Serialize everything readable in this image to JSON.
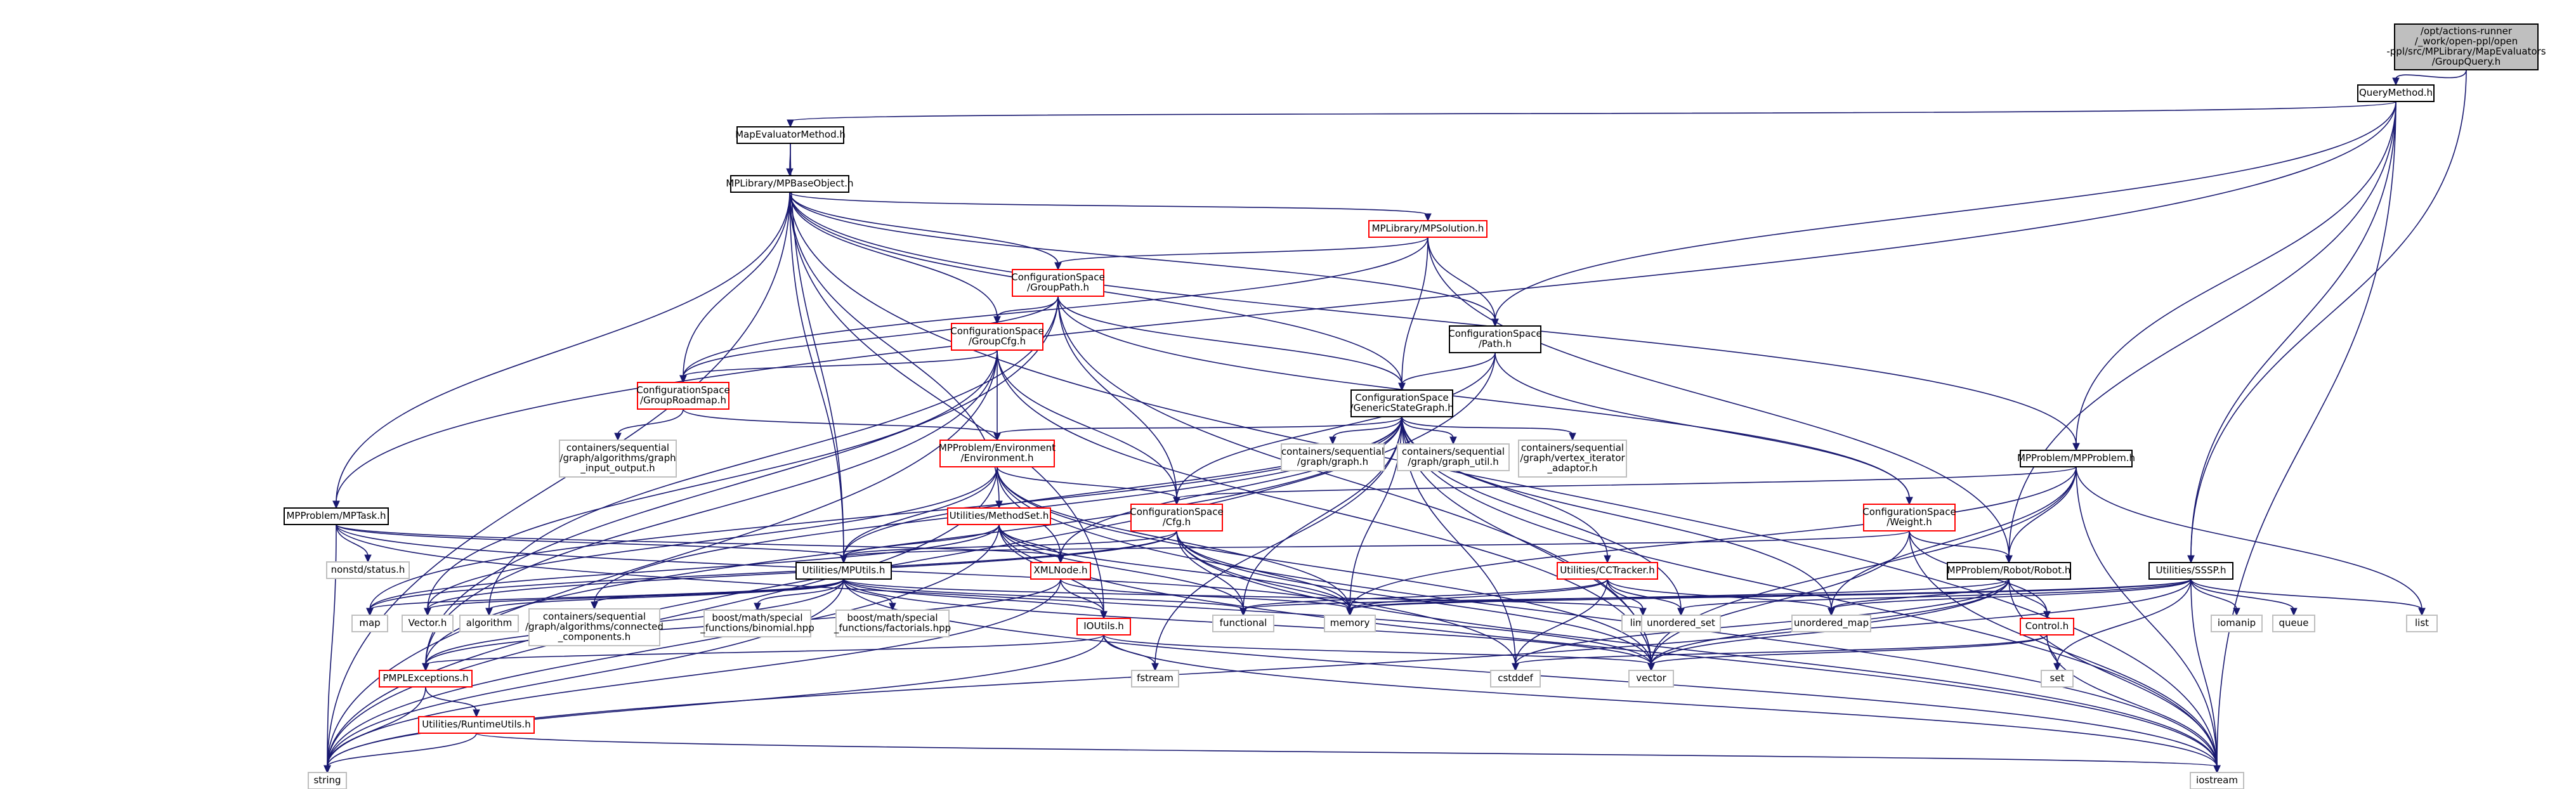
{
  "title": "/opt/actions-runner/_work/open-ppl/open-ppl/src/MPLibrary/MapEvaluators/GroupQuery.h",
  "colors": {
    "root_fill": "#bfbfbf",
    "root_border": "#000000",
    "documented_border": "#000000",
    "external_border": "#bfbfbf",
    "red_border": "#ff0000",
    "edge": "#191970",
    "text": "#000000"
  },
  "nodes": [
    {
      "id": "root",
      "lines": [
        "/opt/actions-runner",
        "/_work/open-ppl/open",
        "-ppl/src/MPLibrary/MapEvaluators",
        "/GroupQuery.h"
      ],
      "kind": "root"
    },
    {
      "id": "querymethod",
      "lines": [
        "QueryMethod.h"
      ],
      "kind": "doc"
    },
    {
      "id": "mapevaluatormethod",
      "lines": [
        "MapEvaluatorMethod.h"
      ],
      "kind": "doc"
    },
    {
      "id": "mpbaseobject",
      "lines": [
        "MPLibrary/MPBaseObject.h"
      ],
      "kind": "doc"
    },
    {
      "id": "mpsolution",
      "lines": [
        "MPLibrary/MPSolution.h"
      ],
      "kind": "red"
    },
    {
      "id": "grouppath",
      "lines": [
        "ConfigurationSpace",
        "/GroupPath.h"
      ],
      "kind": "red"
    },
    {
      "id": "groupcfg",
      "lines": [
        "ConfigurationSpace",
        "/GroupCfg.h"
      ],
      "kind": "red"
    },
    {
      "id": "path",
      "lines": [
        "ConfigurationSpace",
        "/Path.h"
      ],
      "kind": "doc"
    },
    {
      "id": "grouproadmap",
      "lines": [
        "ConfigurationSpace",
        "/GroupRoadmap.h"
      ],
      "kind": "red"
    },
    {
      "id": "genericstategraph",
      "lines": [
        "ConfigurationSpace",
        "/GenericStateGraph.h"
      ],
      "kind": "doc"
    },
    {
      "id": "graph_input_output",
      "lines": [
        "containers/sequential",
        "/graph/algorithms/graph",
        "_input_output.h"
      ],
      "kind": "ext"
    },
    {
      "id": "environment",
      "lines": [
        "MPProblem/Environment",
        "/Environment.h"
      ],
      "kind": "red"
    },
    {
      "id": "graph_h",
      "lines": [
        "containers/sequential",
        "/graph/graph.h"
      ],
      "kind": "ext"
    },
    {
      "id": "graph_util",
      "lines": [
        "containers/sequential",
        "/graph/graph_util.h"
      ],
      "kind": "ext"
    },
    {
      "id": "vertex_iterator",
      "lines": [
        "containers/sequential",
        "/graph/vertex_iterator",
        "_adaptor.h"
      ],
      "kind": "ext"
    },
    {
      "id": "mpproblem",
      "lines": [
        "MPProblem/MPProblem.h"
      ],
      "kind": "doc"
    },
    {
      "id": "mptask",
      "lines": [
        "MPProblem/MPTask.h"
      ],
      "kind": "doc"
    },
    {
      "id": "nonstd_status",
      "lines": [
        "nonstd/status.h"
      ],
      "kind": "ext"
    },
    {
      "id": "methodset",
      "lines": [
        "Utilities/MethodSet.h"
      ],
      "kind": "red"
    },
    {
      "id": "cfg",
      "lines": [
        "ConfigurationSpace",
        "/Cfg.h"
      ],
      "kind": "red"
    },
    {
      "id": "weight",
      "lines": [
        "ConfigurationSpace",
        "/Weight.h"
      ],
      "kind": "red"
    },
    {
      "id": "mputils",
      "lines": [
        "Utilities/MPUtils.h"
      ],
      "kind": "doc"
    },
    {
      "id": "xmlnode",
      "lines": [
        "XMLNode.h"
      ],
      "kind": "red"
    },
    {
      "id": "cctracker",
      "lines": [
        "Utilities/CCTracker.h"
      ],
      "kind": "red"
    },
    {
      "id": "robot",
      "lines": [
        "MPProblem/Robot/Robot.h"
      ],
      "kind": "doc"
    },
    {
      "id": "ssspp",
      "lines": [
        "Utilities/SSSP.h"
      ],
      "kind": "doc"
    },
    {
      "id": "map",
      "lines": [
        "map"
      ],
      "kind": "ext"
    },
    {
      "id": "vector_h",
      "lines": [
        "Vector.h"
      ],
      "kind": "ext"
    },
    {
      "id": "algorithm",
      "lines": [
        "algorithm"
      ],
      "kind": "ext"
    },
    {
      "id": "connected_components",
      "lines": [
        "containers/sequential",
        "/graph/algorithms/connected",
        "_components.h"
      ],
      "kind": "ext"
    },
    {
      "id": "binomial",
      "lines": [
        "boost/math/special",
        "_functions/binomial.hpp"
      ],
      "kind": "ext"
    },
    {
      "id": "factorials",
      "lines": [
        "boost/math/special",
        "_functions/factorials.hpp"
      ],
      "kind": "ext"
    },
    {
      "id": "functional",
      "lines": [
        "functional"
      ],
      "kind": "ext"
    },
    {
      "id": "memory",
      "lines": [
        "memory"
      ],
      "kind": "ext"
    },
    {
      "id": "limits",
      "lines": [
        "limits"
      ],
      "kind": "ext"
    },
    {
      "id": "unordered_set",
      "lines": [
        "unordered_set"
      ],
      "kind": "ext"
    },
    {
      "id": "unordered_map",
      "lines": [
        "unordered_map"
      ],
      "kind": "ext"
    },
    {
      "id": "ioutils",
      "lines": [
        "IOUtils.h"
      ],
      "kind": "red"
    },
    {
      "id": "control",
      "lines": [
        "Control.h"
      ],
      "kind": "red"
    },
    {
      "id": "iomanip",
      "lines": [
        "iomanip"
      ],
      "kind": "ext"
    },
    {
      "id": "queue",
      "lines": [
        "queue"
      ],
      "kind": "ext"
    },
    {
      "id": "list",
      "lines": [
        "list"
      ],
      "kind": "ext"
    },
    {
      "id": "pmplexceptions",
      "lines": [
        "PMPLExceptions.h"
      ],
      "kind": "red"
    },
    {
      "id": "fstream",
      "lines": [
        "fstream"
      ],
      "kind": "ext"
    },
    {
      "id": "vector",
      "lines": [
        "vector"
      ],
      "kind": "ext"
    },
    {
      "id": "cstddef",
      "lines": [
        "cstddef"
      ],
      "kind": "ext"
    },
    {
      "id": "set",
      "lines": [
        "set"
      ],
      "kind": "ext"
    },
    {
      "id": "runtimeutils",
      "lines": [
        "Utilities/RuntimeUtils.h"
      ],
      "kind": "red"
    },
    {
      "id": "string",
      "lines": [
        "string"
      ],
      "kind": "ext"
    },
    {
      "id": "iostream",
      "lines": [
        "iostream"
      ],
      "kind": "ext"
    }
  ],
  "edges": [
    [
      "root",
      "querymethod"
    ],
    [
      "root",
      "ssspp"
    ],
    [
      "querymethod",
      "mapevaluatormethod"
    ],
    [
      "querymethod",
      "mptask"
    ],
    [
      "querymethod",
      "path"
    ],
    [
      "querymethod",
      "mpproblem"
    ],
    [
      "querymethod",
      "robot"
    ],
    [
      "querymethod",
      "ssspp"
    ],
    [
      "querymethod",
      "iostream"
    ],
    [
      "mapevaluatormethod",
      "mpbaseobject"
    ],
    [
      "mapevaluatormethod",
      "mputils"
    ],
    [
      "mpbaseobject",
      "mpsolution"
    ],
    [
      "mpbaseobject",
      "grouppath"
    ],
    [
      "mpbaseobject",
      "groupcfg"
    ],
    [
      "mpbaseobject",
      "path"
    ],
    [
      "mpbaseobject",
      "grouproadmap"
    ],
    [
      "mpbaseobject",
      "genericstategraph"
    ],
    [
      "mpbaseobject",
      "mpproblem"
    ],
    [
      "mpbaseobject",
      "mptask"
    ],
    [
      "mpbaseobject",
      "methodset"
    ],
    [
      "mpbaseobject",
      "mputils"
    ],
    [
      "mpbaseobject",
      "ioutils"
    ],
    [
      "mpbaseobject",
      "string"
    ],
    [
      "mpbaseobject",
      "iostream"
    ],
    [
      "mpsolution",
      "grouppath"
    ],
    [
      "mpsolution",
      "path"
    ],
    [
      "mpsolution",
      "grouproadmap"
    ],
    [
      "mpsolution",
      "genericstategraph"
    ],
    [
      "mpsolution",
      "robot"
    ],
    [
      "grouppath",
      "groupcfg"
    ],
    [
      "grouppath",
      "grouproadmap"
    ],
    [
      "grouppath",
      "genericstategraph"
    ],
    [
      "grouppath",
      "cfg"
    ],
    [
      "grouppath",
      "weight"
    ],
    [
      "grouppath",
      "pmplexceptions"
    ],
    [
      "grouppath",
      "algorithm"
    ],
    [
      "grouppath",
      "vector"
    ],
    [
      "groupcfg",
      "grouproadmap"
    ],
    [
      "groupcfg",
      "environment"
    ],
    [
      "groupcfg",
      "cfg"
    ],
    [
      "groupcfg",
      "pmplexceptions"
    ],
    [
      "groupcfg",
      "vector_h"
    ],
    [
      "groupcfg",
      "string"
    ],
    [
      "groupcfg",
      "vector"
    ],
    [
      "path",
      "genericstategraph"
    ],
    [
      "path",
      "cfg"
    ],
    [
      "path",
      "weight"
    ],
    [
      "path",
      "string"
    ],
    [
      "grouproadmap",
      "graph_input_output"
    ],
    [
      "grouproadmap",
      "environment"
    ],
    [
      "genericstategraph",
      "graph_h"
    ],
    [
      "genericstategraph",
      "graph_util"
    ],
    [
      "genericstategraph",
      "vertex_iterator"
    ],
    [
      "genericstategraph",
      "environment"
    ],
    [
      "genericstategraph",
      "cctracker"
    ],
    [
      "genericstategraph",
      "mputils"
    ],
    [
      "genericstategraph",
      "xmlnode"
    ],
    [
      "genericstategraph",
      "functional"
    ],
    [
      "genericstategraph",
      "memory"
    ],
    [
      "genericstategraph",
      "unordered_set"
    ],
    [
      "genericstategraph",
      "unordered_map"
    ],
    [
      "genericstategraph",
      "vector"
    ],
    [
      "genericstategraph",
      "cstddef"
    ],
    [
      "genericstategraph",
      "fstream"
    ],
    [
      "genericstategraph",
      "connected_components"
    ],
    [
      "genericstategraph",
      "pmplexceptions"
    ],
    [
      "genericstategraph",
      "map"
    ],
    [
      "genericstategraph",
      "iostream"
    ],
    [
      "environment",
      "cfg"
    ],
    [
      "environment",
      "mputils"
    ],
    [
      "environment",
      "xmlnode"
    ],
    [
      "environment",
      "memory"
    ],
    [
      "environment",
      "vector_h"
    ],
    [
      "environment",
      "string"
    ],
    [
      "environment",
      "iostream"
    ],
    [
      "environment",
      "vector"
    ],
    [
      "mpproblem",
      "cfg"
    ],
    [
      "mpproblem",
      "robot"
    ],
    [
      "mpproblem",
      "memory"
    ],
    [
      "mpproblem",
      "unordered_map"
    ],
    [
      "mpproblem",
      "vector"
    ],
    [
      "mpproblem",
      "list"
    ],
    [
      "mpproblem",
      "iostream"
    ],
    [
      "mptask",
      "nonstd_status"
    ],
    [
      "mptask",
      "mputils"
    ],
    [
      "mptask",
      "xmlnode"
    ],
    [
      "mptask",
      "memory"
    ],
    [
      "mptask",
      "string"
    ],
    [
      "mptask",
      "vector"
    ],
    [
      "methodset",
      "mputils"
    ],
    [
      "methodset",
      "xmlnode"
    ],
    [
      "methodset",
      "ioutils"
    ],
    [
      "methodset",
      "functional"
    ],
    [
      "methodset",
      "memory"
    ],
    [
      "methodset",
      "map"
    ],
    [
      "methodset",
      "string"
    ],
    [
      "methodset",
      "iostream"
    ],
    [
      "cfg",
      "mputils"
    ],
    [
      "cfg",
      "memory"
    ],
    [
      "cfg",
      "vector"
    ],
    [
      "cfg",
      "cstddef"
    ],
    [
      "cfg",
      "map"
    ],
    [
      "cfg",
      "vector_h"
    ],
    [
      "cfg",
      "iostream"
    ],
    [
      "cfg",
      "functional"
    ],
    [
      "weight",
      "mputils"
    ],
    [
      "weight",
      "robot"
    ],
    [
      "weight",
      "control"
    ],
    [
      "weight",
      "vector"
    ],
    [
      "weight",
      "iostream"
    ],
    [
      "mputils",
      "map"
    ],
    [
      "mputils",
      "vector_h"
    ],
    [
      "mputils",
      "algorithm"
    ],
    [
      "mputils",
      "connected_components"
    ],
    [
      "mputils",
      "binomial"
    ],
    [
      "mputils",
      "factorials"
    ],
    [
      "mputils",
      "functional"
    ],
    [
      "mputils",
      "limits"
    ],
    [
      "mputils",
      "ioutils"
    ],
    [
      "mputils",
      "pmplexceptions"
    ],
    [
      "mputils",
      "string"
    ],
    [
      "mputils",
      "vector"
    ],
    [
      "mputils",
      "iostream"
    ],
    [
      "xmlnode",
      "pmplexceptions"
    ],
    [
      "xmlnode",
      "ioutils"
    ],
    [
      "xmlnode",
      "memory"
    ],
    [
      "xmlnode",
      "string"
    ],
    [
      "cctracker",
      "functional"
    ],
    [
      "cctracker",
      "limits"
    ],
    [
      "cctracker",
      "unordered_set"
    ],
    [
      "cctracker",
      "unordered_map"
    ],
    [
      "cctracker",
      "cstddef"
    ],
    [
      "cctracker",
      "memory"
    ],
    [
      "robot",
      "control"
    ],
    [
      "robot",
      "memory"
    ],
    [
      "robot",
      "unordered_map"
    ],
    [
      "robot",
      "vector"
    ],
    [
      "robot",
      "string"
    ],
    [
      "robot",
      "iostream"
    ],
    [
      "robot",
      "cstddef"
    ],
    [
      "ssspp",
      "functional"
    ],
    [
      "ssspp",
      "memory"
    ],
    [
      "ssspp",
      "unordered_set"
    ],
    [
      "ssspp",
      "unordered_map"
    ],
    [
      "ssspp",
      "vector"
    ],
    [
      "ssspp",
      "iomanip"
    ],
    [
      "ssspp",
      "queue"
    ],
    [
      "ssspp",
      "list"
    ],
    [
      "ssspp",
      "set"
    ],
    [
      "ssspp",
      "iostream"
    ],
    [
      "ioutils",
      "pmplexceptions"
    ],
    [
      "ioutils",
      "fstream"
    ],
    [
      "ioutils",
      "vector"
    ],
    [
      "ioutils",
      "string"
    ],
    [
      "ioutils",
      "iostream"
    ],
    [
      "control",
      "cstddef"
    ],
    [
      "control",
      "vector"
    ],
    [
      "control",
      "set"
    ],
    [
      "control",
      "iostream"
    ],
    [
      "pmplexceptions",
      "runtimeutils"
    ],
    [
      "pmplexceptions",
      "string"
    ],
    [
      "runtimeutils",
      "string"
    ],
    [
      "runtimeutils",
      "iostream"
    ]
  ]
}
